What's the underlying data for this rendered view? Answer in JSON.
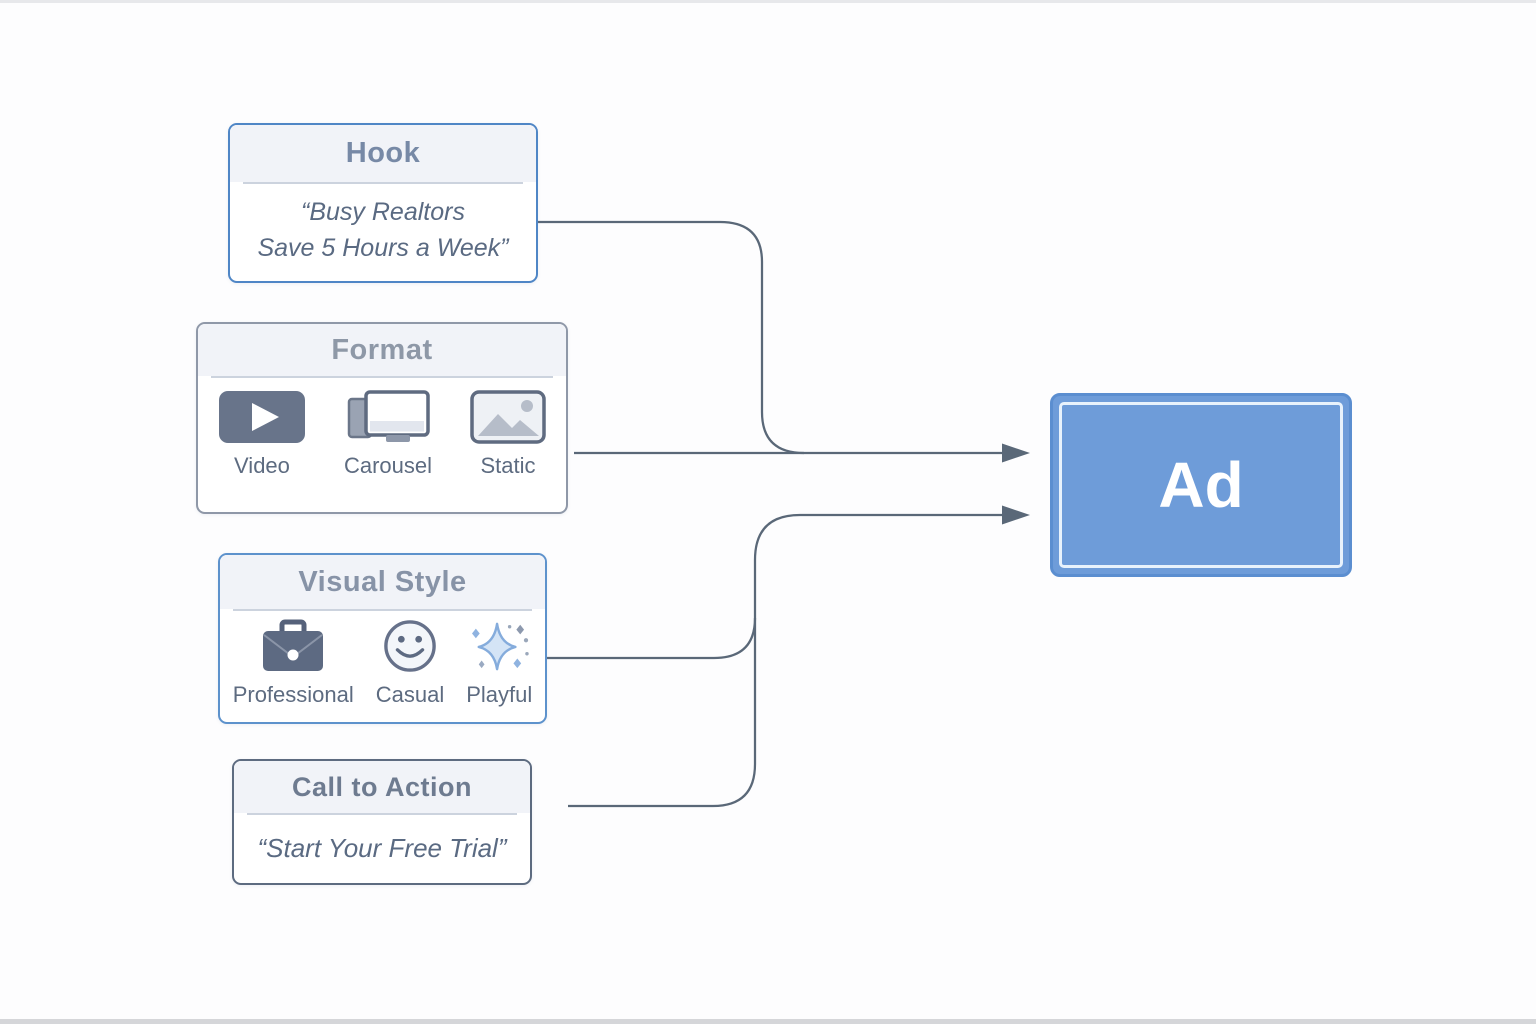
{
  "diagram": {
    "hook": {
      "title": "Hook",
      "quote_line1": "“Busy Realtors",
      "quote_line2": "Save 5 Hours a Week”"
    },
    "format": {
      "title": "Format",
      "items": [
        {
          "label": "Video",
          "icon": "video-play-icon"
        },
        {
          "label": "Carousel",
          "icon": "carousel-screens-icon"
        },
        {
          "label": "Static",
          "icon": "static-image-icon"
        }
      ]
    },
    "visual_style": {
      "title": "Visual Style",
      "items": [
        {
          "label": "Professional",
          "icon": "briefcase-icon"
        },
        {
          "label": "Casual",
          "icon": "smiley-face-icon"
        },
        {
          "label": "Playful",
          "icon": "sparkles-icon"
        }
      ]
    },
    "call_to_action": {
      "title": "Call to Action",
      "quote": "“Start Your Free Trial”"
    },
    "ad": {
      "label": "Ad"
    },
    "colors": {
      "ad_fill": "#6e9cd9",
      "ad_border": "#5b8ed0",
      "ad_inner_frame": "#e8f2fc",
      "hook_border": "#4f86c6",
      "format_border": "#8f98a8",
      "visual_style_border": "#5d92cc",
      "cta_border": "#5d6b80",
      "connector": "#5a6878",
      "header_background": "#f1f3f8",
      "title_text": "#7e8aa1",
      "quote_text": "#5a6a82"
    }
  }
}
